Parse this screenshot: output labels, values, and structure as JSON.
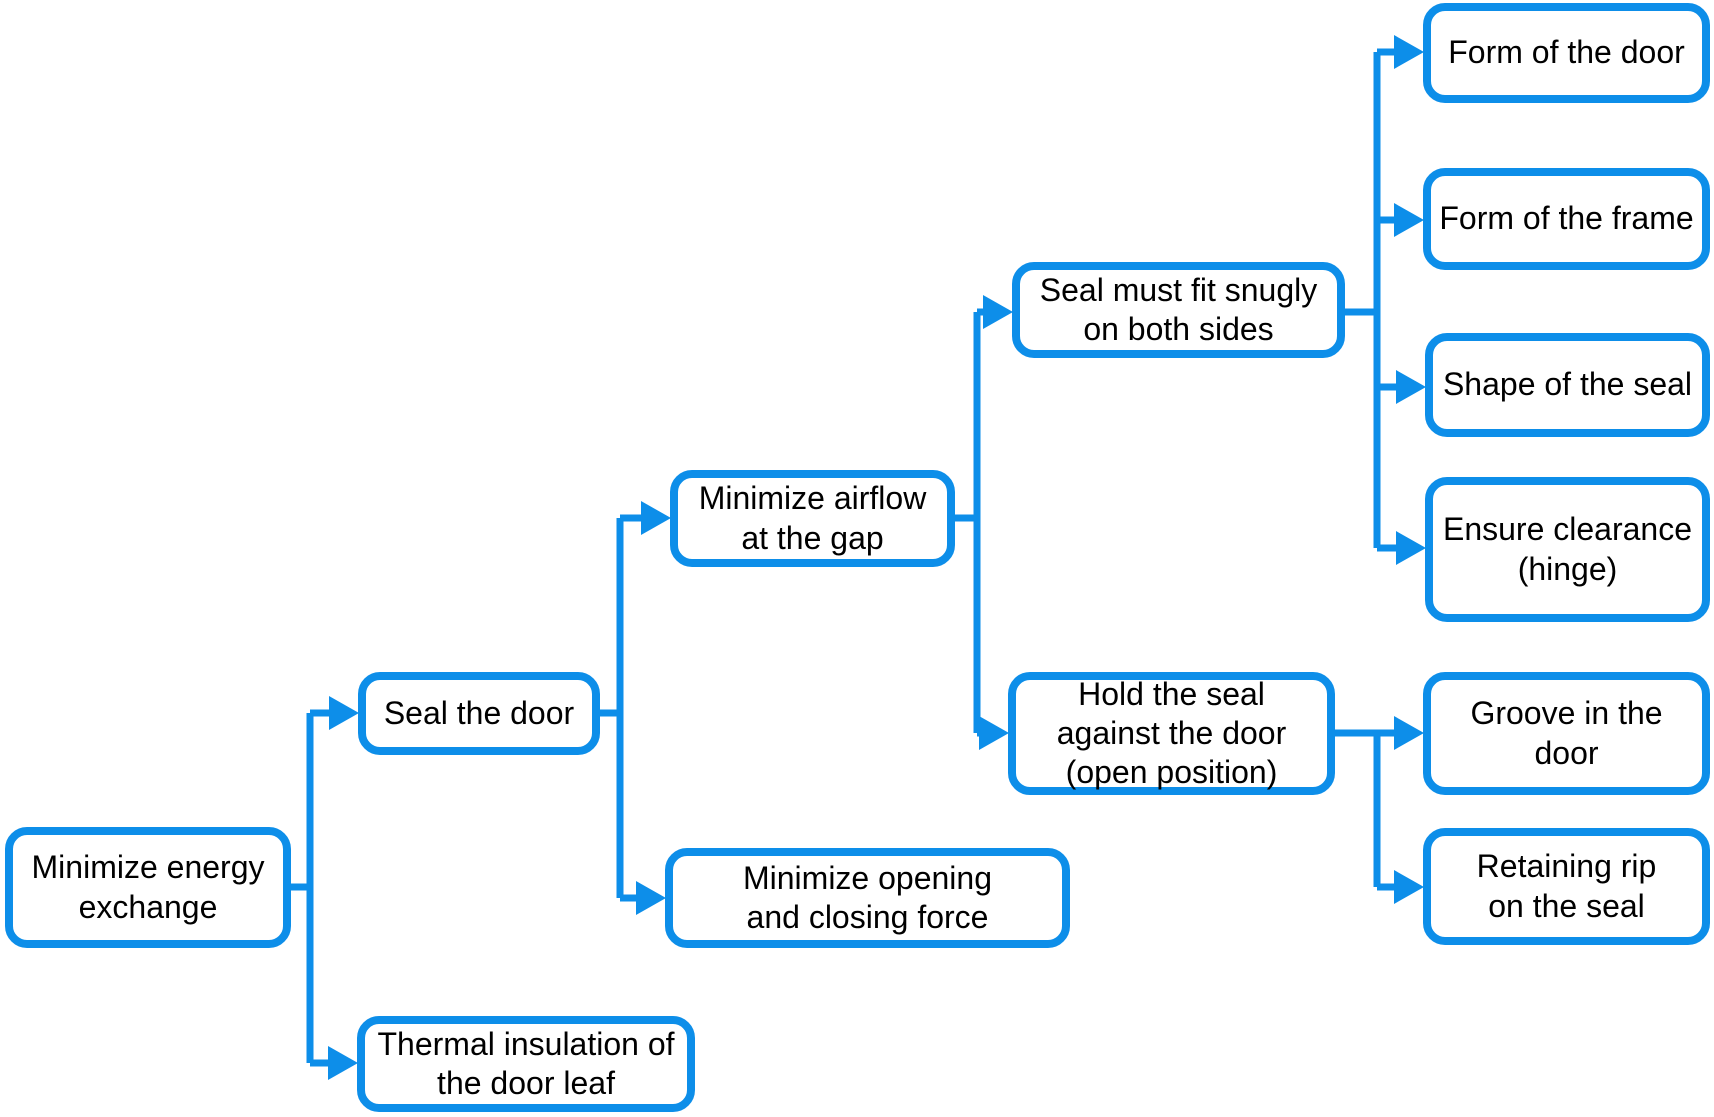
{
  "diagram": {
    "type": "tree",
    "direction": "left-to-right",
    "accent_color": "#0d8ee9",
    "text_color": "#000000",
    "background_color": "#ffffff",
    "nodes": {
      "minimize_energy_exchange": "Minimize energy\nexchange",
      "seal_the_door": "Seal the door",
      "thermal_insulation": "Thermal insulation of\nthe door leaf",
      "minimize_airflow": "Minimize airflow\nat the gap",
      "minimize_force": "Minimize opening\nand closing force",
      "seal_fit_snugly": "Seal must fit snugly\non both sides",
      "hold_seal": "Hold the seal\nagainst the door\n(open position)",
      "form_of_door": "Form of the door",
      "form_of_frame": "Form of the frame",
      "shape_of_seal": "Shape of the seal",
      "ensure_clearance": "Ensure clearance\n(hinge)",
      "groove_in_door": "Groove in the door",
      "retaining_rip": "Retaining rip\non the seal"
    },
    "edges": [
      {
        "from": "minimize_energy_exchange",
        "to": "seal_the_door"
      },
      {
        "from": "minimize_energy_exchange",
        "to": "thermal_insulation"
      },
      {
        "from": "seal_the_door",
        "to": "minimize_airflow"
      },
      {
        "from": "seal_the_door",
        "to": "minimize_force"
      },
      {
        "from": "minimize_airflow",
        "to": "seal_fit_snugly"
      },
      {
        "from": "minimize_airflow",
        "to": "hold_seal"
      },
      {
        "from": "seal_fit_snugly",
        "to": "form_of_door"
      },
      {
        "from": "seal_fit_snugly",
        "to": "form_of_frame"
      },
      {
        "from": "seal_fit_snugly",
        "to": "shape_of_seal"
      },
      {
        "from": "seal_fit_snugly",
        "to": "ensure_clearance"
      },
      {
        "from": "hold_seal",
        "to": "groove_in_door"
      },
      {
        "from": "hold_seal",
        "to": "retaining_rip"
      }
    ]
  }
}
